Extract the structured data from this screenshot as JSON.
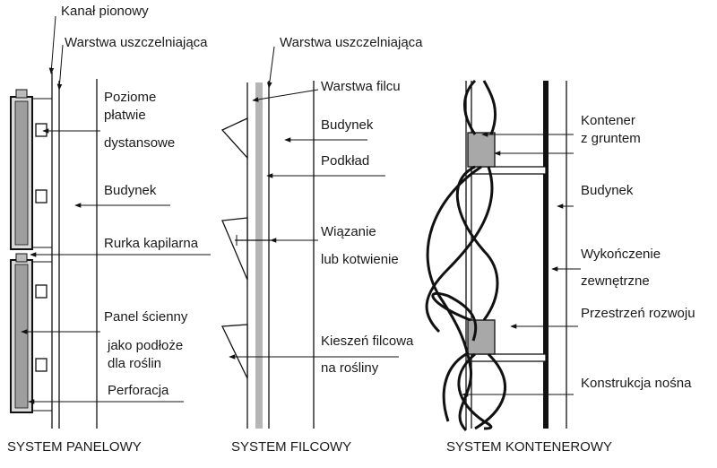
{
  "panel": {
    "caption": "SYSTEM PANELOWY",
    "labels": {
      "kanal": "Kanał pionowy",
      "warstwa": "Warstwa uszczelniająca",
      "poziome1": "Poziome",
      "poziome2": "płatwie",
      "dystansowe": "dystansowe",
      "budynek": "Budynek",
      "rurka": "Rurka kapilarna",
      "panel1": "Panel ścienny",
      "panel2": "jako podłoże",
      "panel3": "dla roślin",
      "perforacja": "Perforacja"
    }
  },
  "felt": {
    "caption": "SYSTEM FILCOWY",
    "labels": {
      "warstwa": "Warstwa uszczelniająca",
      "filc": "Warstwa filcu",
      "budynek": "Budynek",
      "podklad": "Podkład",
      "wiazanie": "Wiązanie",
      "kotwienie": "lub kotwienie",
      "kieszen": "Kieszeń filcowa",
      "rosliny": "na rośliny"
    }
  },
  "container": {
    "caption": "SYSTEM KONTENEROWY",
    "labels": {
      "kontener1": "Kontener",
      "kontener2": "z gruntem",
      "budynek": "Budynek",
      "wykonczenie1": "Wykończenie",
      "wykonczenie2": "zewnętrzne",
      "przestrzen": "Przestrzeń rozwoju",
      "konstrukcja": "Konstrukcja nośna"
    }
  }
}
